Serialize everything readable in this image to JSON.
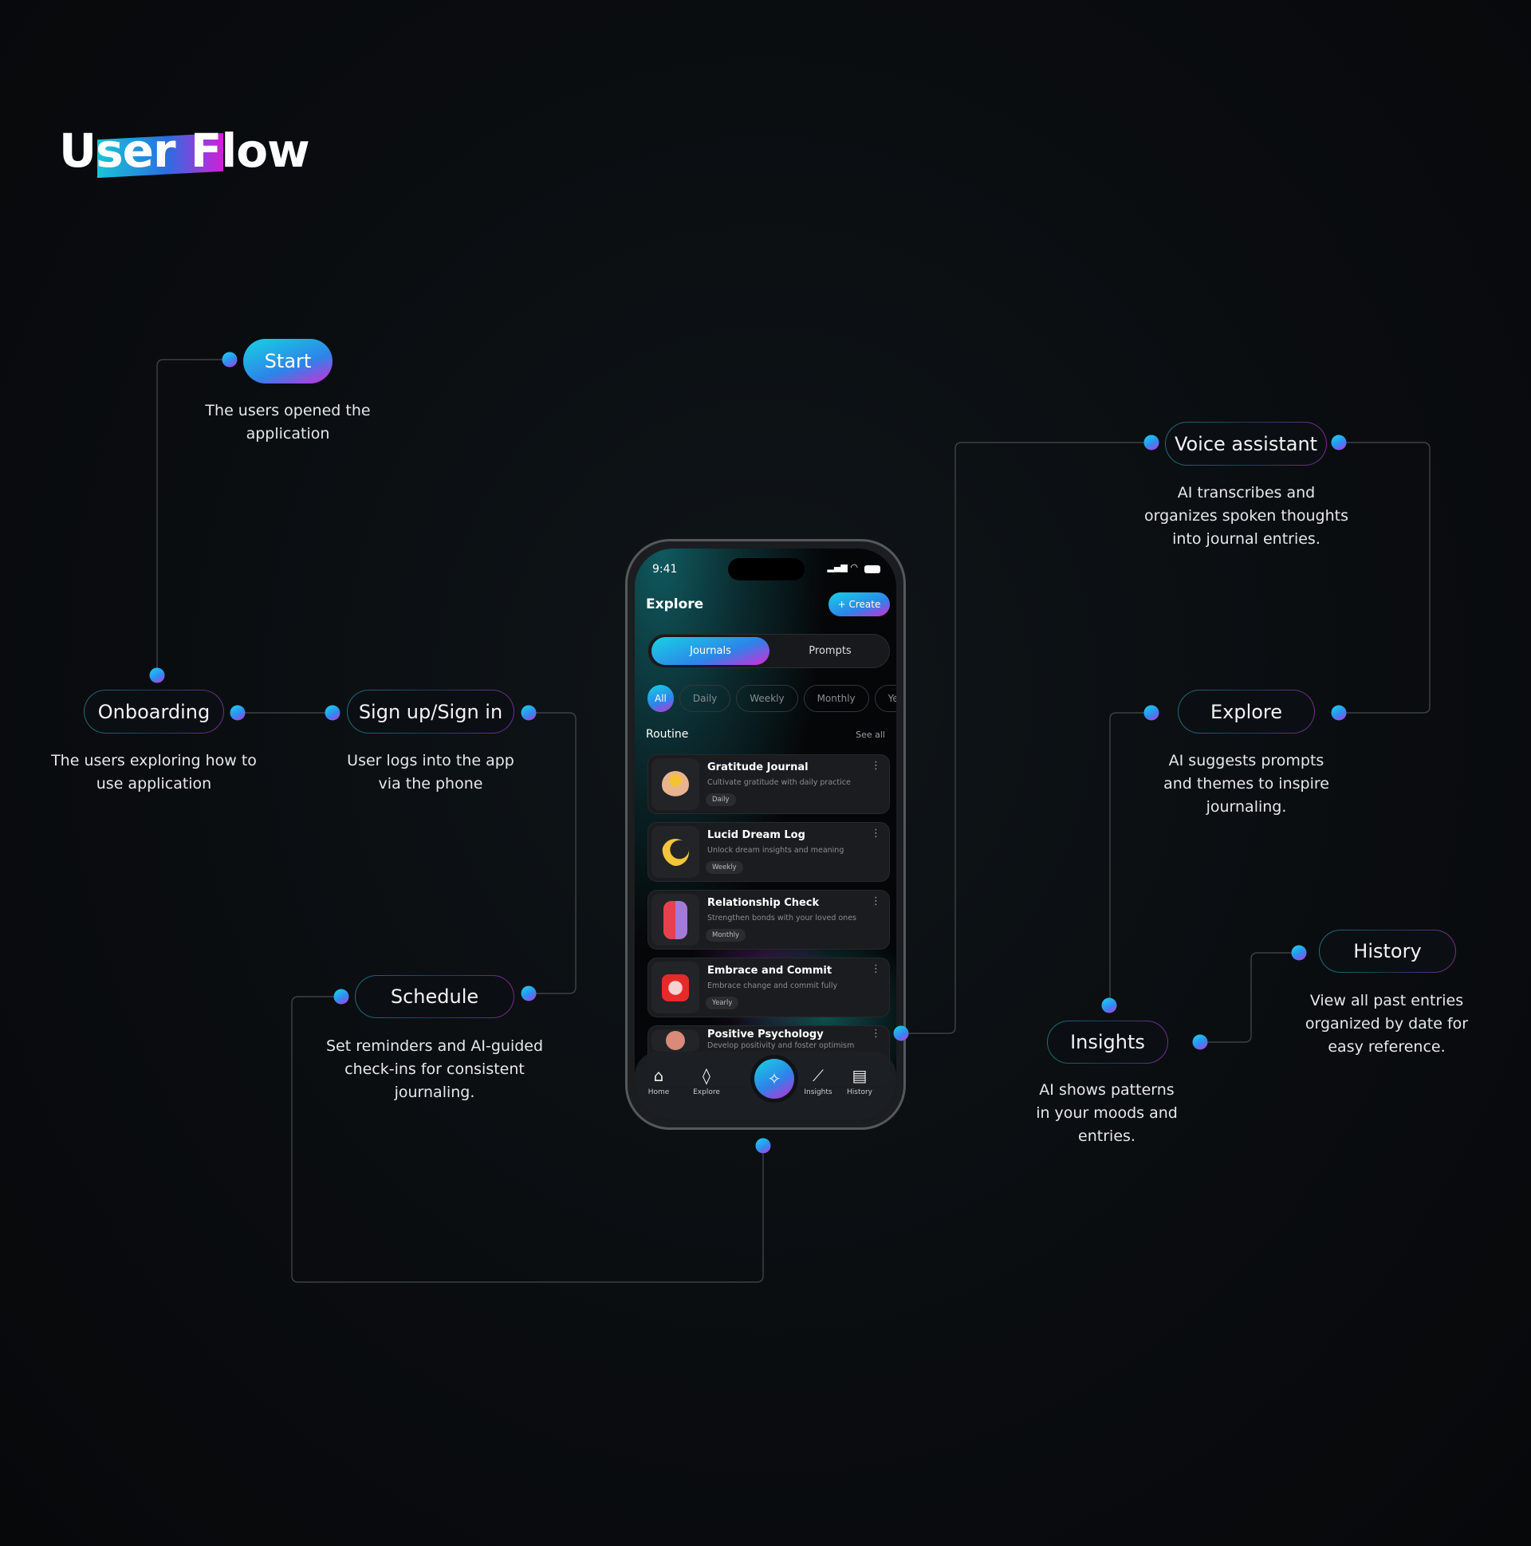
{
  "title": "User Flow",
  "nodes": {
    "start": {
      "label": "Start",
      "desc": [
        "The users opened the",
        "application"
      ]
    },
    "onboarding": {
      "label": "Onboarding",
      "desc": [
        "The users exploring how to",
        "use application"
      ]
    },
    "signup": {
      "label": "Sign up/Sign in",
      "desc": [
        "User logs into the app",
        "via the phone"
      ]
    },
    "schedule": {
      "label": "Schedule",
      "desc": [
        "Set reminders and AI-guided",
        "check-ins for consistent",
        "journaling."
      ]
    },
    "voice": {
      "label": "Voice assistant",
      "desc": [
        "AI transcribes and",
        "organizes spoken thoughts",
        "into journal entries."
      ]
    },
    "explore": {
      "label": "Explore",
      "desc": [
        "AI suggests prompts",
        "and themes to inspire",
        "journaling."
      ]
    },
    "insights": {
      "label": "Insights",
      "desc": [
        "AI shows patterns",
        "in your moods and",
        "entries."
      ]
    },
    "history": {
      "label": "History",
      "desc": [
        "View all past entries",
        "organized by date for",
        "easy reference."
      ]
    }
  },
  "phone": {
    "time": "9:41",
    "header": "Explore",
    "create": "+ Create",
    "tabs": [
      "Journals",
      "Prompts"
    ],
    "filters": [
      "All",
      "Daily",
      "Weekly",
      "Monthly",
      "Yearly"
    ],
    "section": "Routine",
    "see_all": "See all",
    "cards": [
      {
        "title": "Gratitude Journal",
        "subtitle": "Cultivate gratitude with daily practice",
        "tag": "Daily"
      },
      {
        "title": "Lucid Dream Log",
        "subtitle": "Unlock dream insights and meaning",
        "tag": "Weekly"
      },
      {
        "title": "Relationship Check",
        "subtitle": "Strengthen bonds with your loved ones",
        "tag": "Monthly"
      },
      {
        "title": "Embrace and Commit",
        "subtitle": "Embrace change and commit fully",
        "tag": "Yearly"
      },
      {
        "title": "Positive Psychology",
        "subtitle": "Develop positivity and foster optimism",
        "tag": ""
      }
    ],
    "nav": [
      "Home",
      "Explore",
      "Insights",
      "History"
    ]
  }
}
